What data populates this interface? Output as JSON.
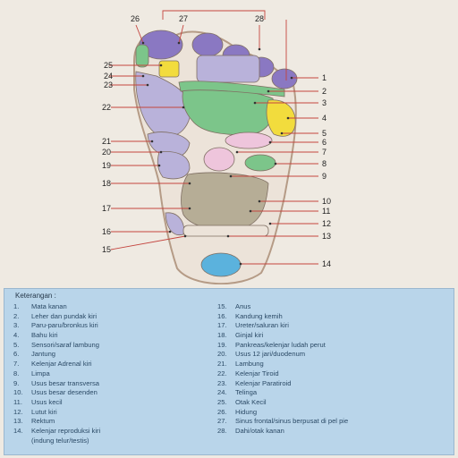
{
  "diagram": {
    "points": [
      {
        "num": "26"
      },
      {
        "num": "27"
      },
      {
        "num": "28"
      },
      {
        "num": "1"
      },
      {
        "num": "2"
      },
      {
        "num": "3"
      },
      {
        "num": "4"
      },
      {
        "num": "5"
      },
      {
        "num": "6"
      },
      {
        "num": "7"
      },
      {
        "num": "8"
      },
      {
        "num": "9"
      },
      {
        "num": "10"
      },
      {
        "num": "11"
      },
      {
        "num": "12"
      },
      {
        "num": "13"
      },
      {
        "num": "14"
      },
      {
        "num": "25"
      },
      {
        "num": "24"
      },
      {
        "num": "23"
      },
      {
        "num": "22"
      },
      {
        "num": "21"
      },
      {
        "num": "20"
      },
      {
        "num": "19"
      },
      {
        "num": "18"
      },
      {
        "num": "17"
      },
      {
        "num": "16"
      },
      {
        "num": "15"
      }
    ],
    "colors": {
      "paper": "#efeae2",
      "foot_outline": "#b59b86",
      "skin": "#ece3d9",
      "toe_purple": "#8a78c2",
      "yellow": "#f2dc3d",
      "green": "#7cc58a",
      "pink": "#eec5dc",
      "lavender": "#b9b2da",
      "olive": "#b6ad96",
      "blue": "#5bb2dd",
      "leader_red": "#c4453f"
    }
  },
  "legend": {
    "title": "Keterangan :",
    "left": [
      {
        "num": "1.",
        "text": "Mata kanan"
      },
      {
        "num": "2.",
        "text": "Leher dan pundak kiri"
      },
      {
        "num": "3.",
        "text": "Paru-paru/bronkus kiri"
      },
      {
        "num": "4.",
        "text": "Bahu kiri"
      },
      {
        "num": "5.",
        "text": "Sensori/saraf lambung"
      },
      {
        "num": "6.",
        "text": "Jantung"
      },
      {
        "num": "7.",
        "text": "Kelenjar Adrenal kiri"
      },
      {
        "num": "8.",
        "text": "Limpa"
      },
      {
        "num": "9.",
        "text": "Usus besar transversa"
      },
      {
        "num": "10.",
        "text": "Usus besar desenden"
      },
      {
        "num": "11.",
        "text": "Usus kecil"
      },
      {
        "num": "12.",
        "text": "Lutut kiri"
      },
      {
        "num": "13.",
        "text": "Rektum"
      },
      {
        "num": "14.",
        "text": "Kelenjar reproduksi kiri"
      },
      {
        "num": "",
        "text": "(indung telur/testis)"
      }
    ],
    "right": [
      {
        "num": "15.",
        "text": "Anus"
      },
      {
        "num": "16.",
        "text": "Kandung kemih"
      },
      {
        "num": "17.",
        "text": "Ureter/saluran kiri"
      },
      {
        "num": "18.",
        "text": "Ginjal kiri"
      },
      {
        "num": "19.",
        "text": "Pankreas/kelenjar ludah perut"
      },
      {
        "num": "20.",
        "text": "Usus 12 jari/duodenum"
      },
      {
        "num": "21.",
        "text": "Lambung"
      },
      {
        "num": "22.",
        "text": "Kelenjar Tiroid"
      },
      {
        "num": "23.",
        "text": "Kelenjar Paratiroid"
      },
      {
        "num": "24.",
        "text": "Telinga"
      },
      {
        "num": "25.",
        "text": "Otak Kecil"
      },
      {
        "num": "26.",
        "text": "Hidung"
      },
      {
        "num": "27.",
        "text": "Sinus frontal/sinus berpusat di pel pie"
      },
      {
        "num": "28.",
        "text": "Dahi/otak kanan"
      }
    ]
  }
}
